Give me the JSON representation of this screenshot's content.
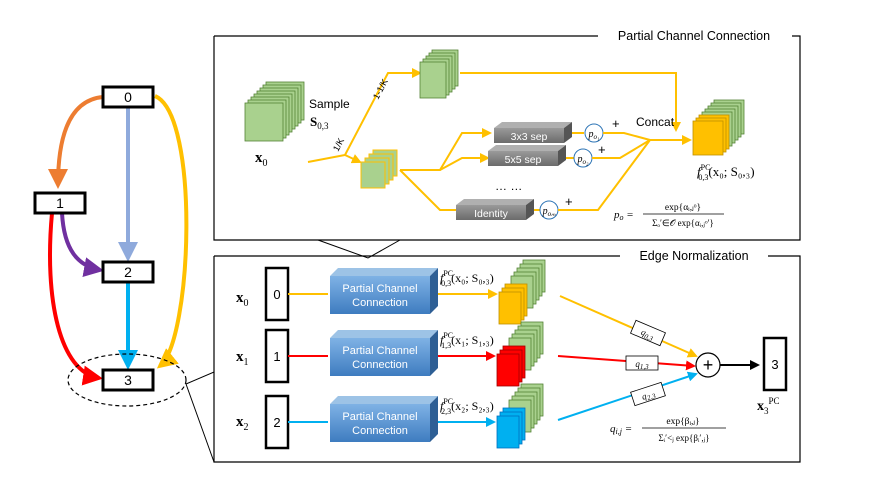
{
  "dag": {
    "nodes": [
      "0",
      "1",
      "2",
      "3"
    ],
    "colors": {
      "edge_0_1": "#ED7D31",
      "edge_0_2": "#8FAADC",
      "edge_0_3": "#FFC000",
      "edge_1_2": "#7030A0",
      "edge_1_3": "#FF0000",
      "edge_2_3": "#00B0F0"
    }
  },
  "pcc": {
    "title": "Partial Channel Connection",
    "sample_label": "Sample",
    "sample_var": "S",
    "sample_sub": "0,3",
    "input_var": "x",
    "input_sub": "0",
    "frac_top": "1-1/K",
    "frac_bottom": "1/K",
    "ops": [
      "3x3 sep",
      "5x5 sep",
      "Identity"
    ],
    "dots": "… …",
    "op_weights": [
      "p",
      "p",
      "p"
    ],
    "op_weight_subs": [
      "o₁",
      "o₂",
      "oₘ"
    ],
    "plus": "+",
    "concat_label": "Concat",
    "output_label": "f",
    "output_sup": "PC",
    "output_sub": "0,3",
    "output_args": "(x₀; S₀,₃)",
    "formula_lhs": "p",
    "formula_lhs_sub": "o",
    "formula_num": "exp{αᵢ,ⱼᵒ}",
    "formula_den": "Σₒ′∈𝒪 exp{αᵢ,ⱼᵒ′}"
  },
  "en": {
    "title": "Edge Normalization",
    "rows": [
      {
        "input": "x",
        "input_sub": "0",
        "node": "0",
        "block": "Partial Channel Connection",
        "f": "f",
        "f_sup": "PC",
        "f_sub": "0,3",
        "f_args": "(x₀; S₀,₃)",
        "q": "q",
        "q_sub": "0,3"
      },
      {
        "input": "x",
        "input_sub": "1",
        "node": "1",
        "block": "Partial Channel Connection",
        "f": "f",
        "f_sup": "PC",
        "f_sub": "1,3",
        "f_args": "(x₁; S₁,₃)",
        "q": "q",
        "q_sub": "1,3"
      },
      {
        "input": "x",
        "input_sub": "2",
        "node": "2",
        "block": "Partial Channel Connection",
        "f": "f",
        "f_sup": "PC",
        "f_sub": "2,3",
        "f_args": "(x₂; S₂,₃)",
        "q": "q",
        "q_sub": "2,3"
      }
    ],
    "sum_symbol": "+",
    "output_node": "3",
    "output_label": "x",
    "output_sub": "3",
    "output_sup": "PC",
    "formula_lhs": "q",
    "formula_lhs_sub": "i,j",
    "formula_num": "exp{βᵢ,ⱼ}",
    "formula_den": "Σᵢ′<ⱼ exp{βᵢ′,ⱼ}"
  }
}
